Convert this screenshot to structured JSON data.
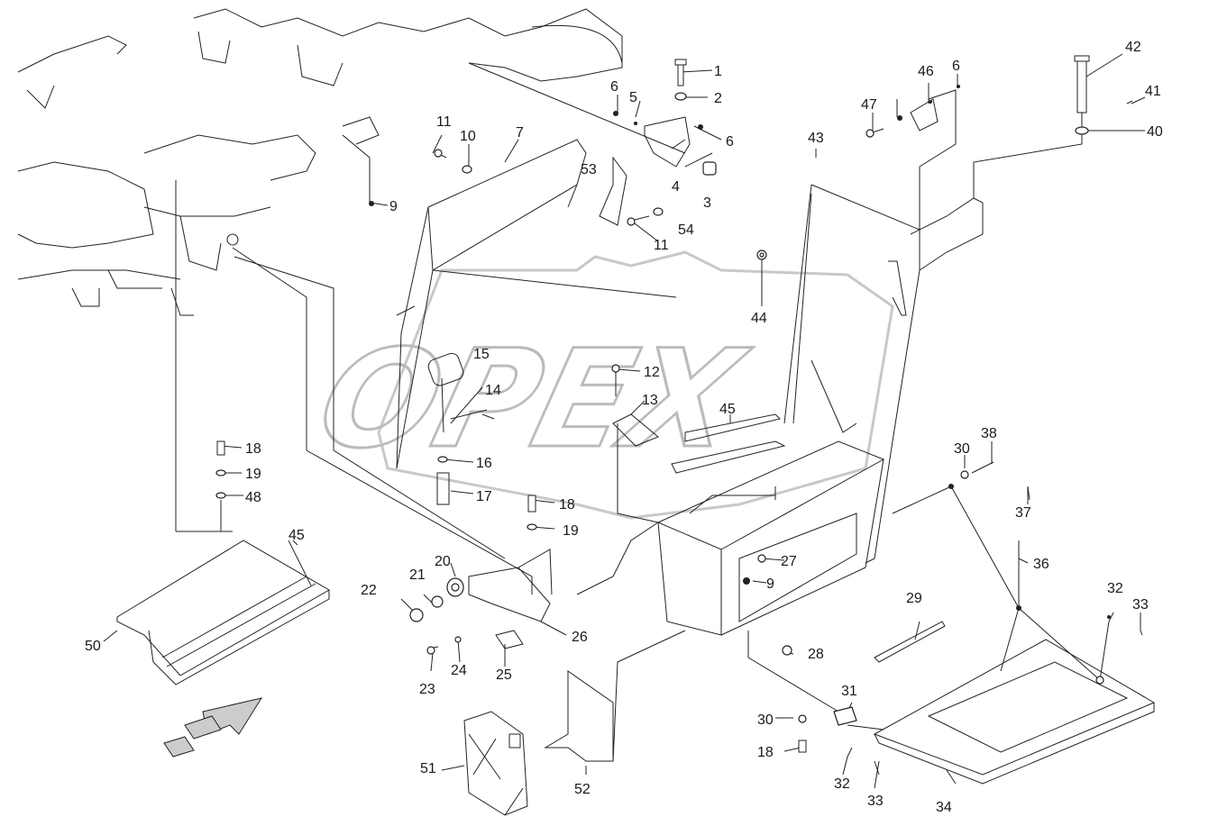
{
  "watermark": "OPEX",
  "labels": [
    "1",
    "2",
    "3",
    "4",
    "5",
    "6",
    "6",
    "6",
    "7",
    "9",
    "9",
    "10",
    "11",
    "11",
    "12",
    "13",
    "14",
    "15",
    "16",
    "17",
    "18",
    "18",
    "18",
    "19",
    "19",
    "20",
    "21",
    "22",
    "23",
    "24",
    "25",
    "26",
    "27",
    "28",
    "29",
    "30",
    "30",
    "31",
    "32",
    "32",
    "33",
    "33",
    "34",
    "36",
    "37",
    "38",
    "40",
    "41",
    "42",
    "43",
    "44",
    "45",
    "45",
    "46",
    "47",
    "48",
    "50",
    "51",
    "52",
    "53",
    "54"
  ],
  "colors": {
    "line": "#222222",
    "watermark": "#bbbbbb",
    "background": "#ffffff"
  }
}
